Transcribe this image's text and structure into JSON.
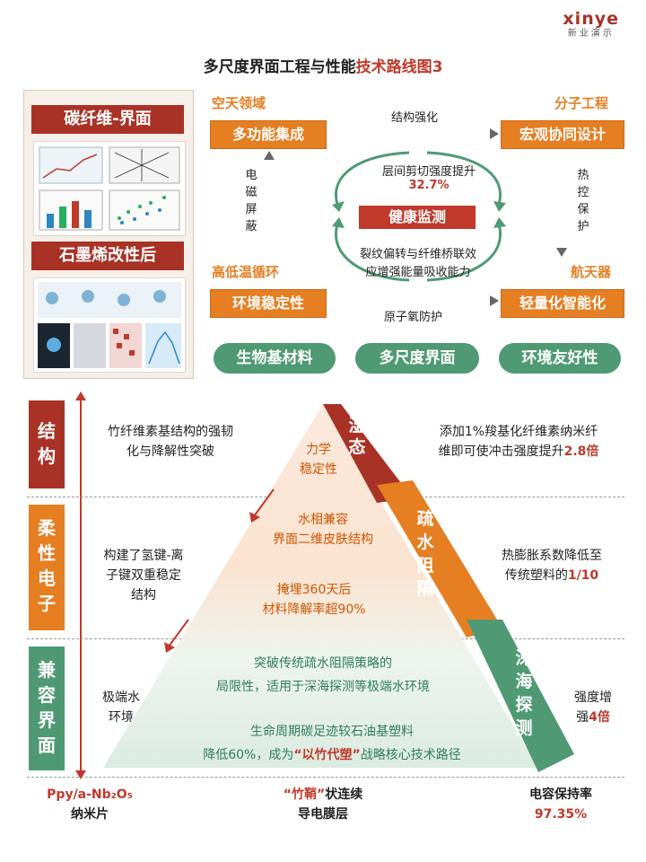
{
  "logo": {
    "word": "xinye",
    "sub": "新业演示"
  },
  "title": {
    "prefix": "多尺度界面工程与性能",
    "highlight": "技术路线图3"
  },
  "left_panel": {
    "label_top": "碳纤维-界面",
    "label_bottom": "石墨烯改性后"
  },
  "top_diagram": {
    "tl_title": "空天领域",
    "tl_box": "多功能集成",
    "tr_title": "分子工程",
    "tr_box": "宏观协同设计",
    "bl_title": "高低温循环",
    "bl_box": "环境稳定性",
    "br_title": "航天器",
    "br_box": "轻量化智能化",
    "top_arrow": "结构强化",
    "bottom_arrow": "原子氧防护",
    "left_vertical": [
      "电",
      "磁",
      "屏",
      "蔽"
    ],
    "right_vertical": [
      "热",
      "控",
      "保",
      "护"
    ],
    "center_top_text": "层间剪切强度提升",
    "center_top_value": "32.7%",
    "center_box": "健康监测",
    "center_bottom_line1": "裂纹偏转与纤维桥联效",
    "center_bottom_line2": "应增强能量吸收能力",
    "green_pills": [
      "生物基材料",
      "多尺度界面",
      "环境友好性"
    ]
  },
  "rows": [
    {
      "side": [
        "结",
        "构"
      ],
      "left": [
        "竹纤维素基结构的强韧",
        "化与降解性突破"
      ],
      "right_prefix": "添加1%羧基化纤维素纳米纤",
      "right_line2": "维即可使冲击强度提升",
      "right_value": "2.8倍"
    },
    {
      "side": [
        "柔",
        "性",
        "电",
        "子"
      ],
      "left": [
        "构建了氢键-离",
        "子键双重稳定",
        "结构"
      ],
      "right_line1": "热膨胀系数降低至",
      "right_prefix2": "传统塑料的",
      "right_value": "1/10"
    },
    {
      "side": [
        "兼",
        "容",
        "界",
        "面"
      ],
      "left": [
        "极端水",
        "环境"
      ],
      "right_line1": "强度增",
      "right_prefix2": "强",
      "right_value": "4倍"
    }
  ],
  "triangle": {
    "top_text": [
      "力学",
      "稳定性"
    ],
    "mid_text1": [
      "水相兼容",
      "界面二维皮肤结构"
    ],
    "mid_text2": [
      "掩埋360天后",
      "材料降解率超90%"
    ],
    "low_text1": [
      "突破传统疏水阻隔策略的",
      "局限性，适用于深海探测等极端水环境"
    ],
    "low_text2_line1": "生命周期碳足迹较石油基塑料",
    "low_text2_line2_a": "降低60%，成为",
    "low_text2_line2_b": "“以竹代塑”",
    "low_text2_line2_c": "战略核心技术路径",
    "band1": [
      "湿",
      "态"
    ],
    "band2": [
      "疏",
      "水",
      "阻",
      "隔"
    ],
    "band3": [
      "深",
      "海",
      "探",
      "测"
    ]
  },
  "bottom": {
    "left_line1": "Ppy/a-Nb₂O₅",
    "left_line2": "纳米片",
    "mid_line1_q": "“竹鞘”",
    "mid_line1_b": "状连续",
    "mid_line2": "导电膜层",
    "right_line1": "电容保持率",
    "right_value": "97.35%"
  },
  "colors": {
    "red": "#a93226",
    "orange": "#e67e22",
    "green": "#4f9a75"
  }
}
